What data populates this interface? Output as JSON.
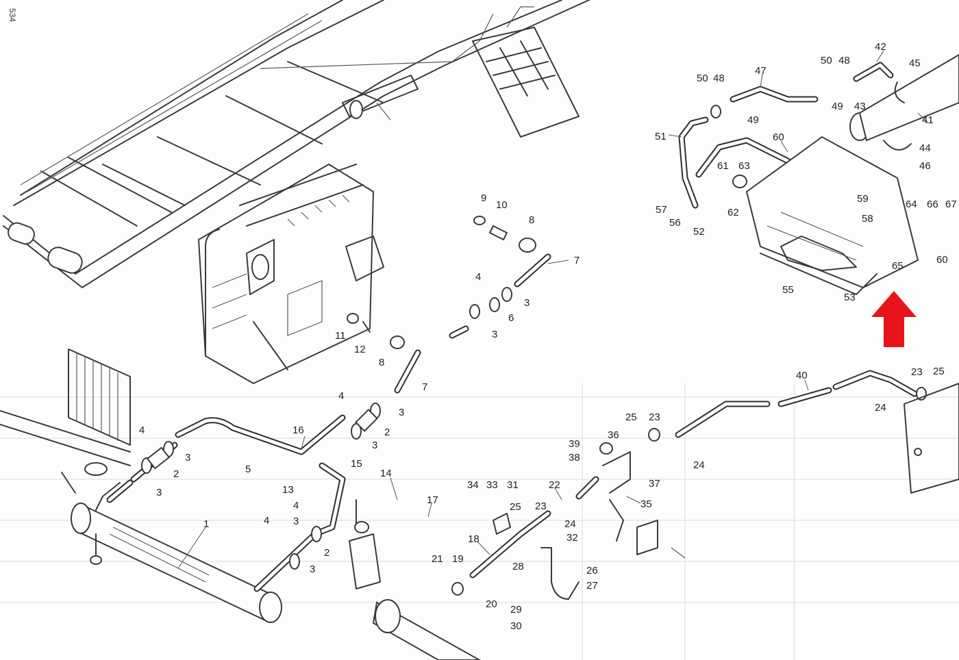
{
  "page_number": "534",
  "arrow_color": "#e8141c",
  "labels": [
    {
      "id": "l1",
      "text": "1"
    },
    {
      "id": "l2a",
      "text": "2"
    },
    {
      "id": "l2b",
      "text": "2"
    },
    {
      "id": "l2c",
      "text": "2"
    },
    {
      "id": "l3a",
      "text": "3"
    },
    {
      "id": "l3b",
      "text": "3"
    },
    {
      "id": "l3c",
      "text": "3"
    },
    {
      "id": "l3d",
      "text": "3"
    },
    {
      "id": "l3e",
      "text": "3"
    },
    {
      "id": "l3f",
      "text": "3"
    },
    {
      "id": "l3g",
      "text": "3"
    },
    {
      "id": "l3h",
      "text": "3"
    },
    {
      "id": "l4a",
      "text": "4"
    },
    {
      "id": "l4b",
      "text": "4"
    },
    {
      "id": "l4c",
      "text": "4"
    },
    {
      "id": "l4d",
      "text": "4"
    },
    {
      "id": "l4e",
      "text": "4"
    },
    {
      "id": "l5",
      "text": "5"
    },
    {
      "id": "l6",
      "text": "6"
    },
    {
      "id": "l7a",
      "text": "7"
    },
    {
      "id": "l7b",
      "text": "7"
    },
    {
      "id": "l8a",
      "text": "8"
    },
    {
      "id": "l8b",
      "text": "8"
    },
    {
      "id": "l9",
      "text": "9"
    },
    {
      "id": "l10",
      "text": "10"
    },
    {
      "id": "l11",
      "text": "11"
    },
    {
      "id": "l12",
      "text": "12"
    },
    {
      "id": "l13",
      "text": "13"
    },
    {
      "id": "l14",
      "text": "14"
    },
    {
      "id": "l15",
      "text": "15"
    },
    {
      "id": "l16",
      "text": "16"
    },
    {
      "id": "l17",
      "text": "17"
    },
    {
      "id": "l18",
      "text": "18"
    },
    {
      "id": "l19",
      "text": "19"
    },
    {
      "id": "l20",
      "text": "20"
    },
    {
      "id": "l21",
      "text": "21"
    },
    {
      "id": "l22",
      "text": "22"
    },
    {
      "id": "l23a",
      "text": "23"
    },
    {
      "id": "l23b",
      "text": "23"
    },
    {
      "id": "l23c",
      "text": "23"
    },
    {
      "id": "l24a",
      "text": "24"
    },
    {
      "id": "l24b",
      "text": "24"
    },
    {
      "id": "l24c",
      "text": "24"
    },
    {
      "id": "l25a",
      "text": "25"
    },
    {
      "id": "l25b",
      "text": "25"
    },
    {
      "id": "l25c",
      "text": "25"
    },
    {
      "id": "l26",
      "text": "26"
    },
    {
      "id": "l27",
      "text": "27"
    },
    {
      "id": "l28",
      "text": "28"
    },
    {
      "id": "l29",
      "text": "29"
    },
    {
      "id": "l30",
      "text": "30"
    },
    {
      "id": "l31",
      "text": "31"
    },
    {
      "id": "l32",
      "text": "32"
    },
    {
      "id": "l33",
      "text": "33"
    },
    {
      "id": "l34",
      "text": "34"
    },
    {
      "id": "l35",
      "text": "35"
    },
    {
      "id": "l36",
      "text": "36"
    },
    {
      "id": "l37",
      "text": "37"
    },
    {
      "id": "l38",
      "text": "38"
    },
    {
      "id": "l39",
      "text": "39"
    },
    {
      "id": "l40",
      "text": "40"
    },
    {
      "id": "l41",
      "text": "41"
    },
    {
      "id": "l42",
      "text": "42"
    },
    {
      "id": "l43",
      "text": "43"
    },
    {
      "id": "l44",
      "text": "44"
    },
    {
      "id": "l45",
      "text": "45"
    },
    {
      "id": "l46",
      "text": "46"
    },
    {
      "id": "l47",
      "text": "47"
    },
    {
      "id": "l48a",
      "text": "48"
    },
    {
      "id": "l48b",
      "text": "48"
    },
    {
      "id": "l49a",
      "text": "49"
    },
    {
      "id": "l49b",
      "text": "49"
    },
    {
      "id": "l50a",
      "text": "50"
    },
    {
      "id": "l50b",
      "text": "50"
    },
    {
      "id": "l51",
      "text": "51"
    },
    {
      "id": "l52",
      "text": "52"
    },
    {
      "id": "l53",
      "text": "53"
    },
    {
      "id": "l55",
      "text": "55"
    },
    {
      "id": "l56",
      "text": "56"
    },
    {
      "id": "l57",
      "text": "57"
    },
    {
      "id": "l58",
      "text": "58"
    },
    {
      "id": "l59",
      "text": "59"
    },
    {
      "id": "l60a",
      "text": "60"
    },
    {
      "id": "l60b",
      "text": "60"
    },
    {
      "id": "l61",
      "text": "61"
    },
    {
      "id": "l62",
      "text": "62"
    },
    {
      "id": "l63",
      "text": "63"
    },
    {
      "id": "l64",
      "text": "64"
    },
    {
      "id": "l65",
      "text": "65"
    },
    {
      "id": "l66",
      "text": "66"
    },
    {
      "id": "l67",
      "text": "67"
    }
  ]
}
